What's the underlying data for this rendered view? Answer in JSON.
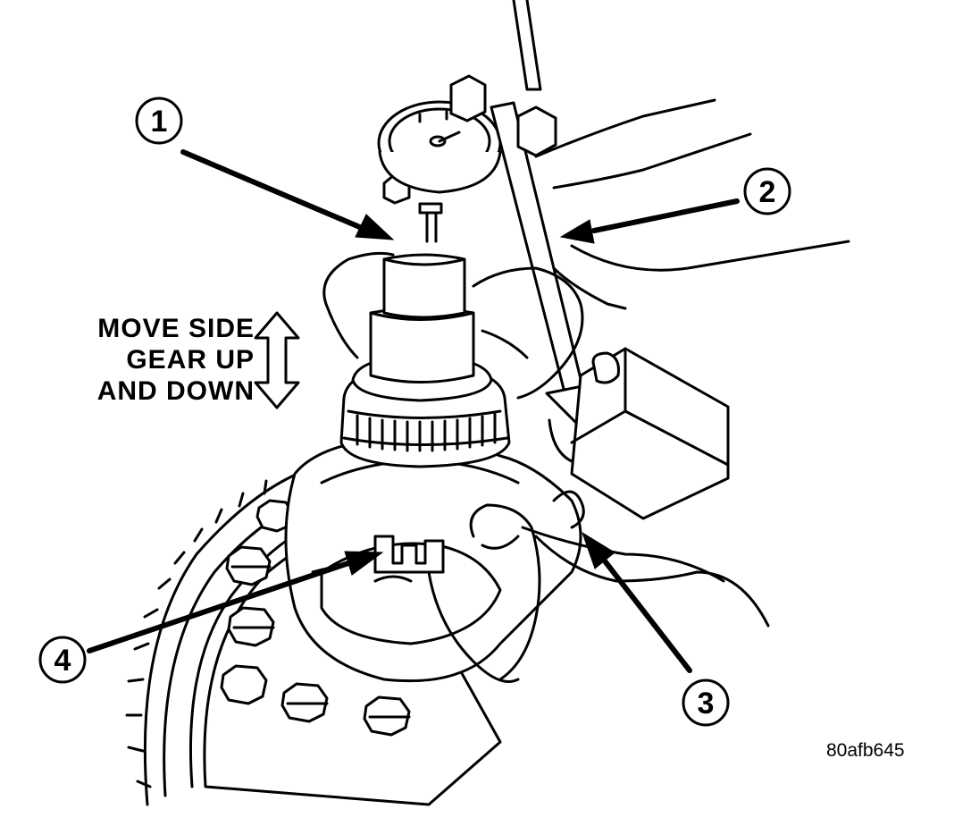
{
  "instruction": {
    "line1": "MOVE SIDE",
    "line2": "GEAR UP",
    "line3": "AND DOWN"
  },
  "callouts": [
    "1",
    "2",
    "3",
    "4"
  ],
  "figure_code": "80afb645",
  "colors": {
    "ink": "#000000",
    "paper": "#ffffff"
  }
}
